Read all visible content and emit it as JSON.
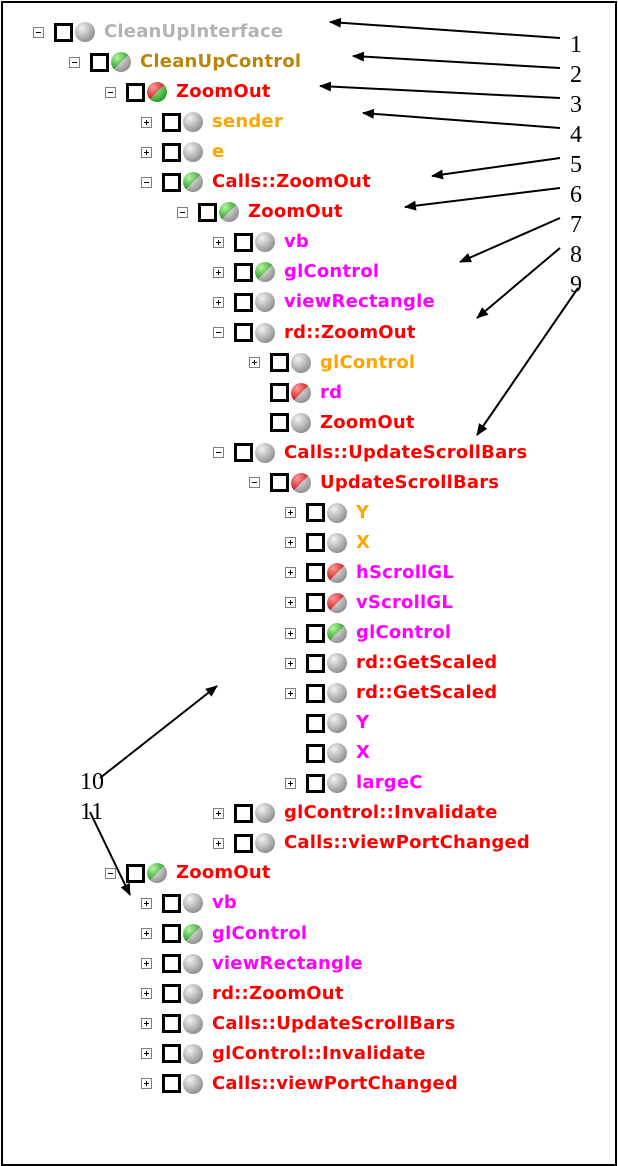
{
  "colors": {
    "gray": "#b3b3b3",
    "olive": "#b8860b",
    "red": "#ff0000",
    "orange": "#ffa500",
    "magenta": "#ff00ff"
  },
  "tree": [
    {
      "label": "CleanUpInterface",
      "depth": 0,
      "toggle": "minus",
      "ball": "gray",
      "color": "gray"
    },
    {
      "label": "CleanUpControl",
      "depth": 1,
      "toggle": "minus",
      "ball": "green-gray",
      "color": "olive"
    },
    {
      "label": "ZoomOut",
      "depth": 2,
      "toggle": "minus",
      "ball": "red-green",
      "color": "red"
    },
    {
      "label": "sender",
      "depth": 3,
      "toggle": "plus",
      "ball": "gray",
      "color": "orange"
    },
    {
      "label": "e",
      "depth": 3,
      "toggle": "plus",
      "ball": "gray",
      "color": "orange"
    },
    {
      "label": "Calls::ZoomOut",
      "depth": 3,
      "toggle": "minus",
      "ball": "green-gray",
      "color": "red"
    },
    {
      "label": "ZoomOut",
      "depth": 4,
      "toggle": "minus",
      "ball": "green-gray",
      "color": "red"
    },
    {
      "label": "vb",
      "depth": 5,
      "toggle": "plus",
      "ball": "gray",
      "color": "magenta"
    },
    {
      "label": "glControl",
      "depth": 5,
      "toggle": "plus",
      "ball": "green-gray",
      "color": "magenta"
    },
    {
      "label": "viewRectangle",
      "depth": 5,
      "toggle": "plus",
      "ball": "gray",
      "color": "magenta"
    },
    {
      "label": "rd::ZoomOut",
      "depth": 5,
      "toggle": "minus",
      "ball": "gray",
      "color": "red"
    },
    {
      "label": "glControl",
      "depth": 6,
      "toggle": "plus",
      "ball": "gray",
      "color": "orange"
    },
    {
      "label": "rd",
      "depth": 6,
      "toggle": "none",
      "ball": "red-gray",
      "color": "magenta"
    },
    {
      "label": "ZoomOut",
      "depth": 6,
      "toggle": "none",
      "ball": "gray",
      "color": "red"
    },
    {
      "label": "Calls::UpdateScrollBars",
      "depth": 5,
      "toggle": "minus",
      "ball": "gray",
      "color": "red"
    },
    {
      "label": "UpdateScrollBars",
      "depth": 6,
      "toggle": "minus",
      "ball": "red-gray",
      "color": "red"
    },
    {
      "label": "Y",
      "depth": 7,
      "toggle": "plus",
      "ball": "gray",
      "color": "orange"
    },
    {
      "label": "X",
      "depth": 7,
      "toggle": "plus",
      "ball": "gray",
      "color": "orange"
    },
    {
      "label": "hScrollGL",
      "depth": 7,
      "toggle": "plus",
      "ball": "red-gray",
      "color": "magenta"
    },
    {
      "label": "vScrollGL",
      "depth": 7,
      "toggle": "plus",
      "ball": "red-gray",
      "color": "magenta"
    },
    {
      "label": "glControl",
      "depth": 7,
      "toggle": "plus",
      "ball": "green-gray",
      "color": "magenta"
    },
    {
      "label": "rd::GetScaled",
      "depth": 7,
      "toggle": "plus",
      "ball": "gray",
      "color": "red"
    },
    {
      "label": "rd::GetScaled",
      "depth": 7,
      "toggle": "plus",
      "ball": "gray",
      "color": "red"
    },
    {
      "label": "Y",
      "depth": 7,
      "toggle": "none",
      "ball": "gray",
      "color": "magenta"
    },
    {
      "label": "X",
      "depth": 7,
      "toggle": "none",
      "ball": "gray",
      "color": "magenta"
    },
    {
      "label": "largeC",
      "depth": 7,
      "toggle": "plus",
      "ball": "gray",
      "color": "magenta"
    },
    {
      "label": "glControl::Invalidate",
      "depth": 5,
      "toggle": "plus",
      "ball": "gray",
      "color": "red"
    },
    {
      "label": "Calls::viewPortChanged",
      "depth": 5,
      "toggle": "plus",
      "ball": "gray",
      "color": "red"
    },
    {
      "label": "ZoomOut",
      "depth": 2,
      "toggle": "minus",
      "ball": "green-gray",
      "color": "red"
    },
    {
      "label": "vb",
      "depth": 3,
      "toggle": "plus",
      "ball": "gray",
      "color": "magenta"
    },
    {
      "label": "glControl",
      "depth": 3,
      "toggle": "plus",
      "ball": "green-gray",
      "color": "magenta"
    },
    {
      "label": "viewRectangle",
      "depth": 3,
      "toggle": "plus",
      "ball": "gray",
      "color": "magenta"
    },
    {
      "label": "rd::ZoomOut",
      "depth": 3,
      "toggle": "plus",
      "ball": "gray",
      "color": "red"
    },
    {
      "label": "Calls::UpdateScrollBars",
      "depth": 3,
      "toggle": "plus",
      "ball": "gray",
      "color": "red"
    },
    {
      "label": "glControl::Invalidate",
      "depth": 3,
      "toggle": "plus",
      "ball": "gray",
      "color": "red"
    },
    {
      "label": "Calls::viewPortChanged",
      "depth": 3,
      "toggle": "plus",
      "ball": "gray",
      "color": "red"
    }
  ],
  "callouts": [
    "1",
    "2",
    "3",
    "4",
    "5",
    "6",
    "7",
    "8",
    "9",
    "10",
    "11"
  ]
}
